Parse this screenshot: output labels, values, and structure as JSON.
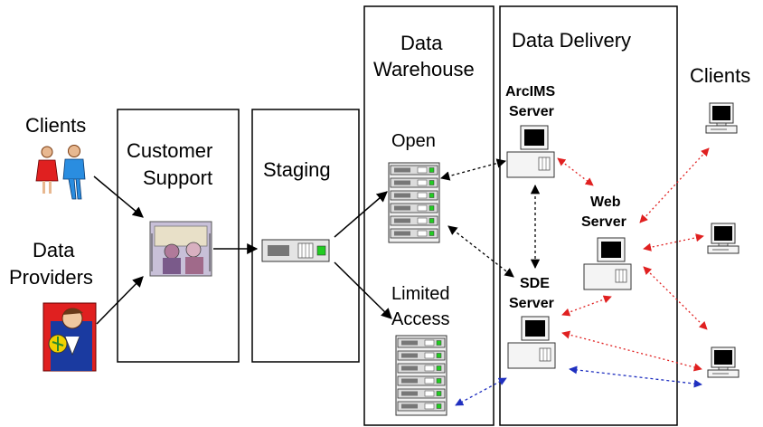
{
  "labels": {
    "clients_left": "Clients",
    "data": "Data",
    "providers": "Providers",
    "customer": "Customer",
    "support": "Support",
    "staging": "Staging",
    "dw_line1": "Data",
    "dw_line2": "Warehouse",
    "delivery": "Data Delivery",
    "open": "Open",
    "limited": "Limited",
    "access": "Access",
    "arcims1": "ArcIMS",
    "arcims2": "Server",
    "web1": "Web",
    "web2": "Server",
    "sde1": "SDE",
    "sde2": "Server",
    "clients_right": "Clients"
  },
  "colors": {
    "black_arrow": "#000000",
    "red_link": "#e02020",
    "blue_link": "#2030c0",
    "server_green": "#22cc22"
  },
  "icons": {
    "clients": "people-icon",
    "providers": "presenter-icon",
    "support": "meeting-icon",
    "computer": "desktop-computer-icon",
    "rack": "server-rack-icon",
    "staging_server": "server-unit-icon"
  }
}
